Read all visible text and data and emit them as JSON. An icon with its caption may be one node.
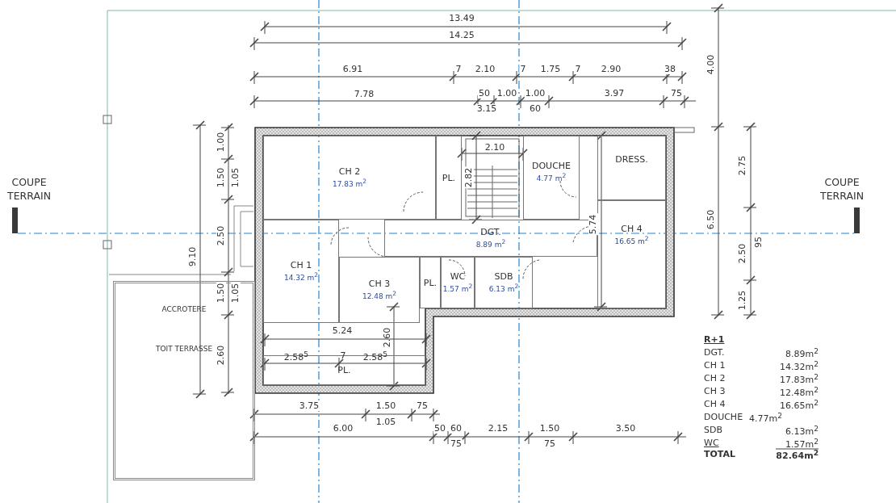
{
  "diagram": {
    "nodes": [
      {
        "text": [
          "CH 2",
          "17.83 m$^{2}$"
        ]
      },
      {
        "text": [
          "PL."
        ]
      },
      {
        "text": [
          "DOUCHE",
          "4.77 m$^{2}$"
        ]
      },
      {
        "text": [
          "DRESS."
        ]
      },
      {
        "text": [
          "DGT.",
          "8.89 m$^{2}$"
        ]
      },
      {
        "text": [
          "CH 4",
          "16.65 m$^{2}$"
        ]
      },
      {
        "text": [
          "CH 1",
          "14.32 m$^{2}$"
        ]
      },
      {
        "text": [
          "CH 3",
          "12.48 m$^{2}$"
        ]
      },
      {
        "text": [
          "PL."
        ]
      },
      {
        "text": [
          "WC",
          "1.57 m$^{2}$"
        ]
      },
      {
        "text": [
          "SDB",
          "6.13 m$^{2}$"
        ]
      },
      {
        "text": [
          "PL."
        ]
      },
      {
        "text": [
          "ACCROTERE",
          "TOIT TERRASSE"
        ]
      }
    ],
    "edges": [],
    "labels": [
      "13.49",
      "14.25",
      "6.91",
      "7",
      "2.10",
      "7",
      "1.75",
      "7",
      "2.90",
      "38",
      "7.78",
      "50",
      "1.00",
      "1.00",
      "3.97",
      "75",
      "3.15",
      "60",
      "4.00",
      "COUPE TERRAIN",
      "COUPE TERRAIN",
      "1.00",
      "1.50",
      "1.05",
      "2.50",
      "9.10",
      "1.50",
      "1.05",
      "2.60",
      "2.75",
      "6.50",
      "2.50",
      "95",
      "1.25",
      "2.10",
      "2.82",
      "5.74",
      "5.24",
      "2.58$^{5}$",
      "7",
      "2.58$^{5}$",
      "2.60",
      "3.75",
      "1.50",
      "75",
      "1.05",
      "6.00",
      "50",
      "60",
      "2.15",
      "1.50",
      "3.50",
      "75",
      "75",
      "R+1",
      "DGT.",
      "8.89m$^{2}$",
      "CH 1",
      "14.32m$^{2}$",
      "CH  2",
      "17.83m$^{2}$",
      "CH  3",
      "12.48m$^{2}$",
      "CH  4",
      "16.65m$^{2}$",
      "DOUCHE",
      "4.77m$^{2}$",
      "SDB",
      "6.13m$^{2}$",
      "WC",
      "1.57m$^{2}$",
      "TOTAL",
      "82.64m$^{2}$"
    ]
  }
}
